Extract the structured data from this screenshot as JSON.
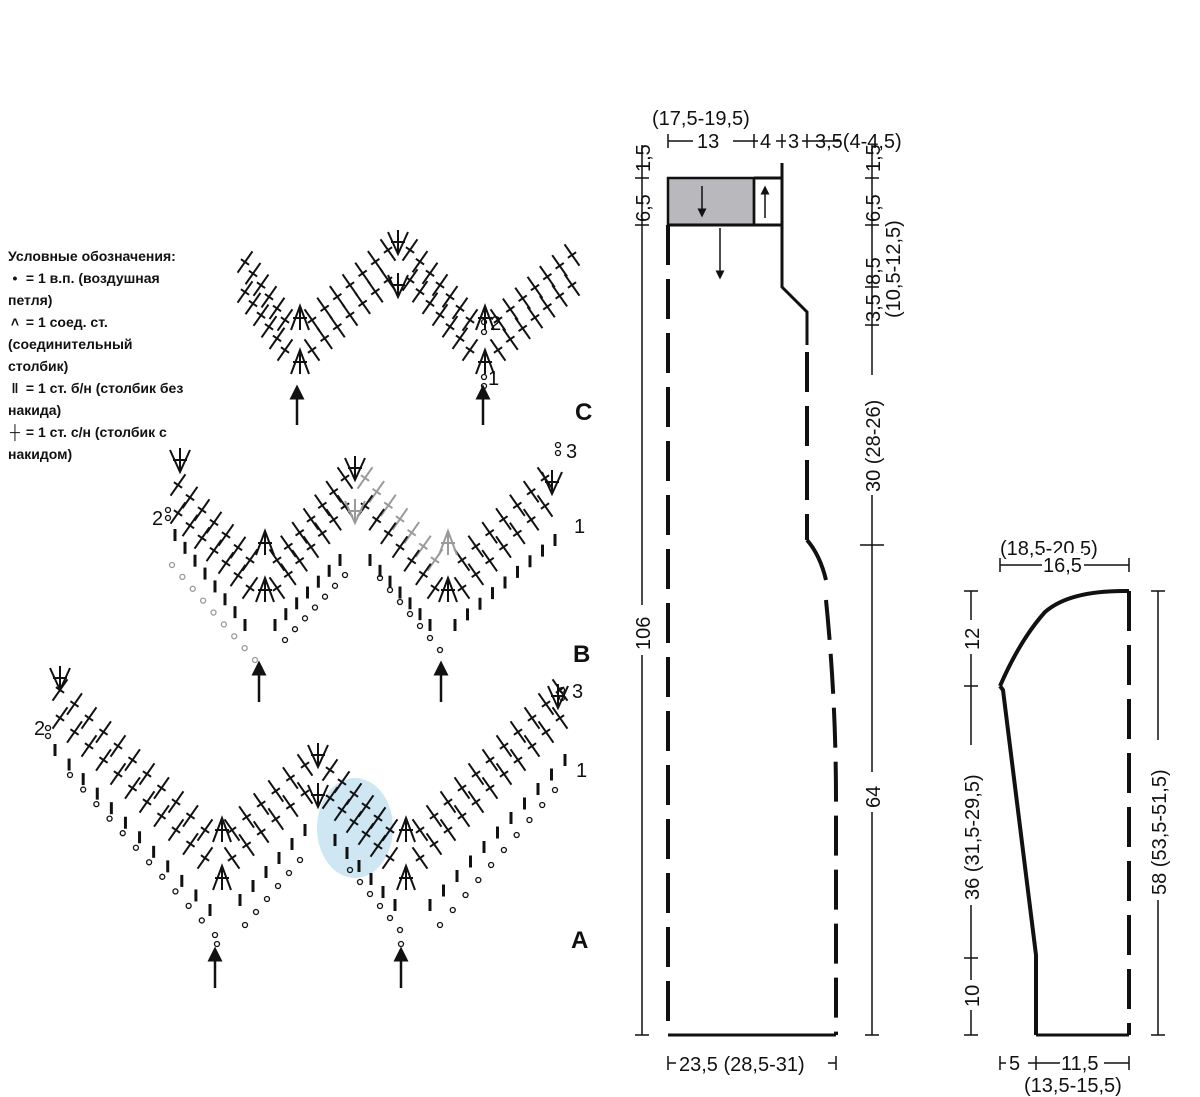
{
  "legend": {
    "title": "Условные обозначения:",
    "items": [
      {
        "symbol": "•",
        "text": "= 1 в.п. (воздушная петля)"
      },
      {
        "symbol": "˄",
        "text": "= 1 соед. ст. (соединительный столбик)"
      },
      {
        "symbol": "‖",
        "text": "= 1 ст. б/н (столбик без накида)"
      },
      {
        "symbol": "┼",
        "text": "= 1 ст. с/н (столбик с накидом)"
      }
    ]
  },
  "charts": {
    "a_label": "A",
    "b_label": "B",
    "c_label": "C",
    "row1": "1",
    "row2": "2",
    "row3": "3"
  },
  "body_pattern": {
    "top_total": "(17,5-19,5)",
    "top_left": "13",
    "top_mid": "4",
    "top_right": "3",
    "top_right2": "3,5(4-4,5)",
    "left_15": "1,5",
    "left_65": "6,5",
    "left_106": "106",
    "bottom": "23,5 (28,5-31)",
    "right_15": "1,5",
    "right_65": "6,5",
    "right_85": "8,5",
    "right_105": "(10,5-12,5)",
    "right_35": "3,5",
    "right_30": "30 (28-26)",
    "right_64": "64"
  },
  "sleeve_pattern": {
    "top_total": "(18,5-20,5)",
    "top": "16,5",
    "left_12": "12",
    "left_36": "36 (31,5-29,5)",
    "left_10": "10",
    "right_58": "58 (53,5-51,5)",
    "bottom_5": "5",
    "bottom_115": "11,5",
    "bottom_total": "(13,5-15,5)"
  },
  "colors": {
    "ink": "#111111",
    "grey_fill": "#b8b8bd",
    "highlight": "#cfe6f3",
    "grey_stitch": "#9a9a9a"
  }
}
